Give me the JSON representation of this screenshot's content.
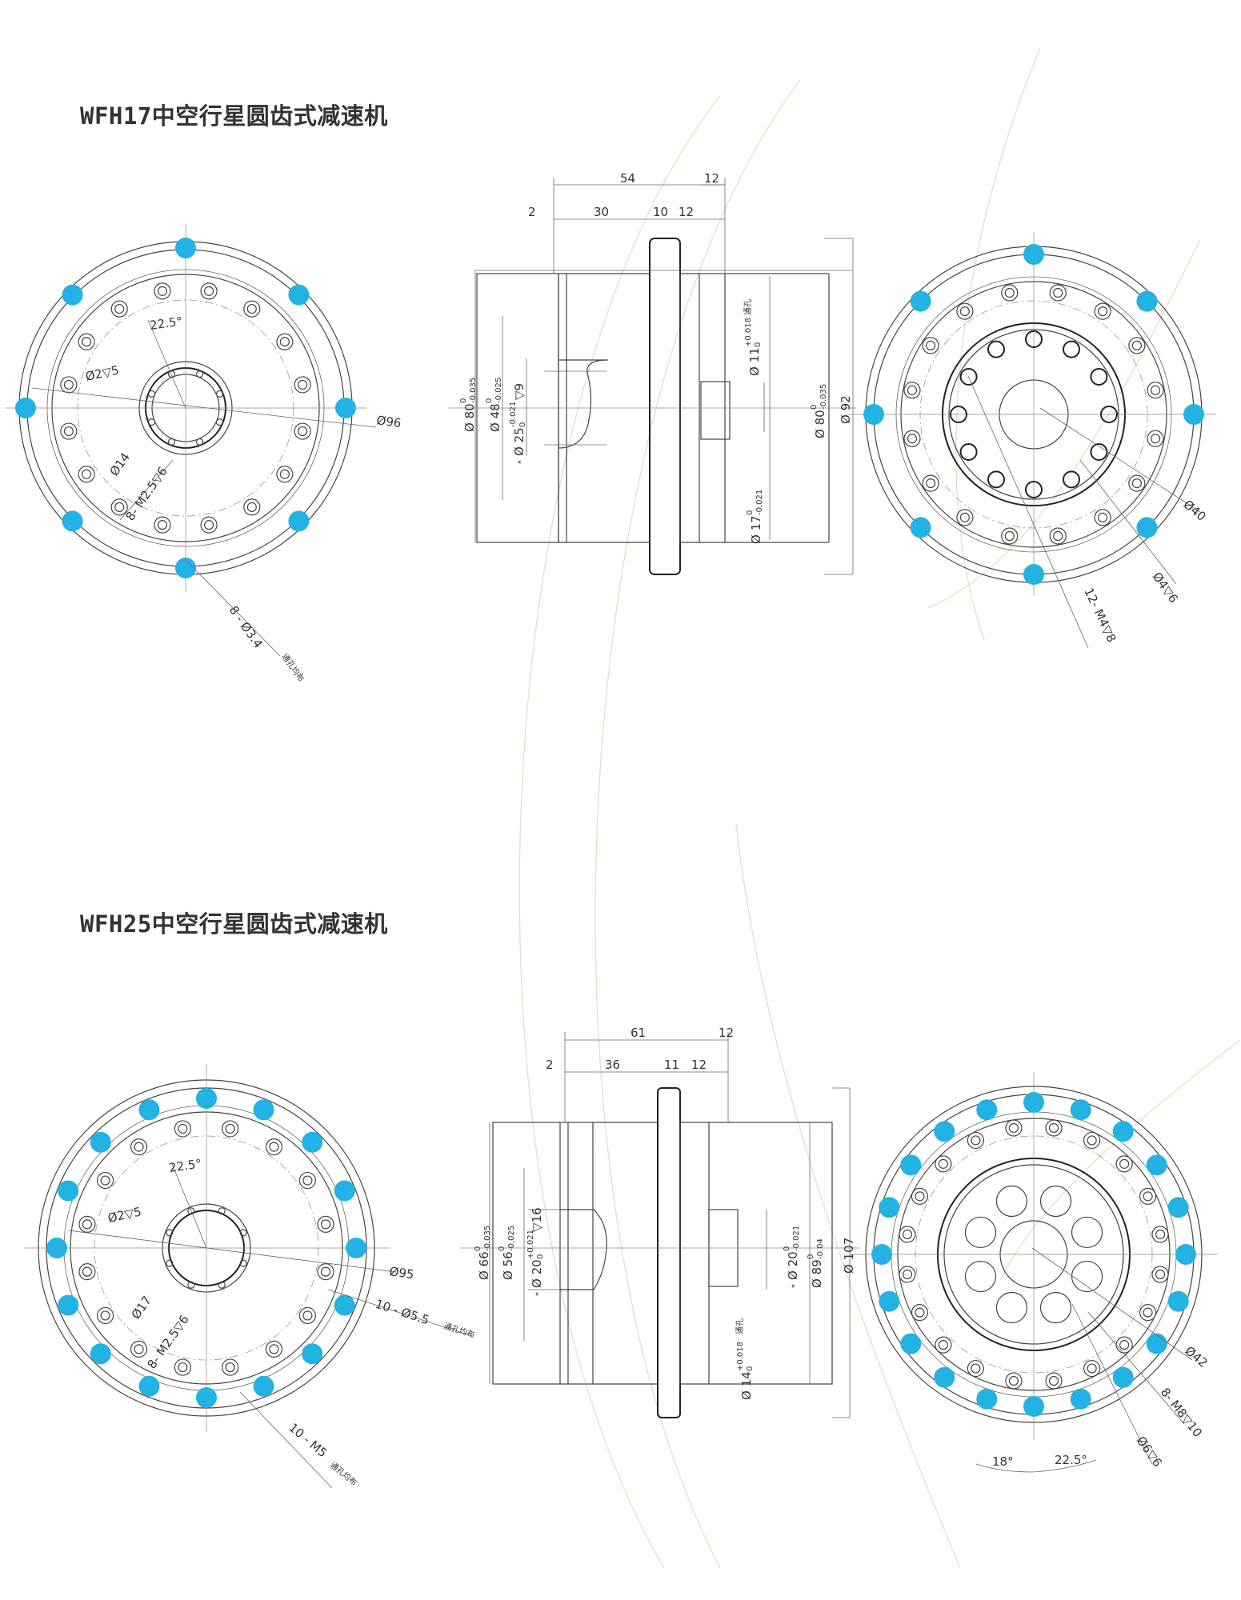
{
  "colors": {
    "accent_hole": "#22b2e4",
    "line": "#444444",
    "decor": "#f1d9c2"
  },
  "sections": [
    {
      "title": "WFH17中空行星圆齿式减速机",
      "front": {
        "angle": "22.5°",
        "hole_small": "Ø2▽5",
        "bore": "Ø14",
        "thread": "8- M2.5▽6",
        "outer": "Ø96",
        "thru_holes": "8 - Ø3.4",
        "thru_note": "通孔均布"
      },
      "side": {
        "overall": "54",
        "flange": "12",
        "step1": "2",
        "step2": "30",
        "step3": "10",
        "step4": "12",
        "d1_base": "Ø 80",
        "d1_upper": "0",
        "d1_lower": "-0.035",
        "d2_base": "Ø 48",
        "d2_upper": "0",
        "d2_lower": "-0.025",
        "d3_prefix": "*",
        "d3_base": "Ø 25",
        "d3_upper": "-0.021",
        "d3_lower": "0",
        "d3_depth": "▽9",
        "d4_base": "Ø 11",
        "d4_upper": "+0.018",
        "d4_lower": "0",
        "d4_note": "通孔",
        "d5_base": "Ø 17",
        "d5_upper": "0",
        "d5_lower": "-0.021",
        "d6_base": "Ø 80",
        "d6_upper": "0",
        "d6_lower": "-0.035",
        "d7": "Ø 92"
      },
      "back": {
        "pcd": "Ø40",
        "pin": "Ø4▽6",
        "thread": "12- M4▽8"
      }
    },
    {
      "title": "WFH25中空行星圆齿式减速机",
      "front": {
        "angle": "22.5°",
        "hole_small": "Ø2▽5",
        "bore": "Ø17",
        "thread": "8- M2.5▽6",
        "outer": "Ø95",
        "thru_holes": "10 - Ø5.5",
        "thru_note": "通孔均布",
        "thread2": "10 - M5",
        "thread2_note": "通孔均布"
      },
      "side": {
        "overall": "61",
        "flange": "12",
        "step1": "2",
        "step2": "36",
        "step3": "11",
        "step4": "12",
        "d1_base": "Ø 66",
        "d1_upper": "0",
        "d1_lower": "-0.035",
        "d2_base": "Ø 56",
        "d2_upper": "0",
        "d2_lower": "-0.025",
        "d3_prefix": "*",
        "d3_base": "Ø 20",
        "d3_upper": "+0.021",
        "d3_lower": "0",
        "d3_depth": "▽16",
        "d4_prefix": "*",
        "d4_base": "Ø 20",
        "d4_upper": "0",
        "d4_lower": "-0.021",
        "d5_base": "Ø 14",
        "d5_upper": "+0.018",
        "d5_lower": "0",
        "d5_note": "通孔",
        "d6_base": "Ø 89",
        "d6_upper": "0",
        "d6_lower": "-0.04",
        "d7": "Ø 107"
      },
      "back": {
        "pcd": "Ø42",
        "pin": "Ø6▽6",
        "thread": "8- M8▽10",
        "angle1": "18°",
        "angle2": "22.5°"
      }
    }
  ]
}
